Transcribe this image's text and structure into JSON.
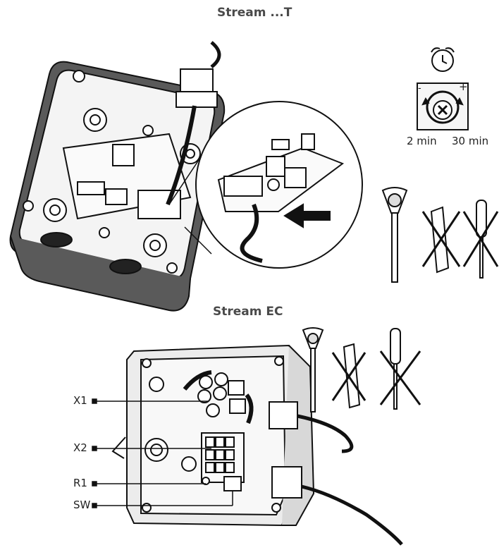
{
  "titles": {
    "top": "Stream ...T",
    "bottom": "Stream EC"
  },
  "timer": {
    "min_label": "2 min",
    "max_label": "30 min",
    "minus": "-",
    "plus": "+"
  },
  "callouts": {
    "x1": "X1",
    "x2": "X2",
    "r1": "R1",
    "sw": "SW"
  },
  "icons": [
    "alarm-clock-icon",
    "adjust-knob-icon",
    "adjustment-tool-icon",
    "utility-knife-icon",
    "screwdriver-icon"
  ]
}
